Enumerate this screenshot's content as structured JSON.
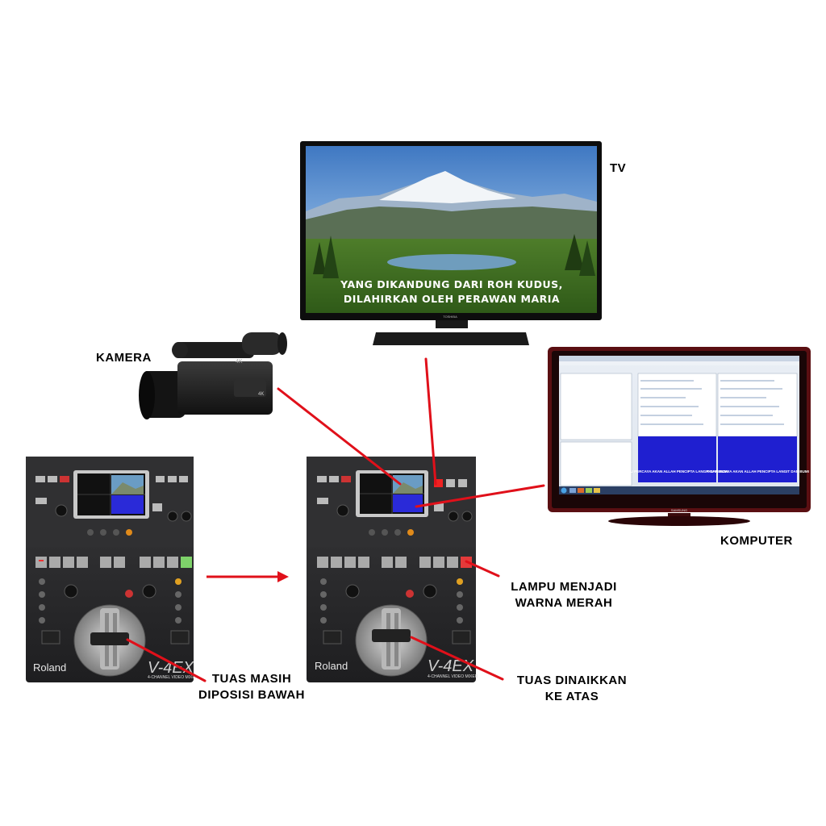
{
  "labels": {
    "tv": "TV",
    "camera": "KAMERA",
    "computer": "KOMPUTER",
    "lamp_line1": "LAMPU MENJADI",
    "lamp_line2": "WARNA MERAH",
    "lever_down_line1": "TUAS MASIH",
    "lever_down_line2": "DIPOSISI BAWAH",
    "lever_up_line1": "TUAS DINAIKKAN",
    "lever_up_line2": "KE ATAS"
  },
  "tv_caption": {
    "line1": "YANG DIKANDUNG DARI ROH KUDUS,",
    "line2": "DILAHIRKAN OLEH PERAWAN MARIA"
  },
  "computer_caption": "AKU PERCAYA AKAN ALLAH PENCIPTA LANGIT DAN BUMI",
  "mixer": {
    "brand": "Roland",
    "model": "V-4EX",
    "subtitle": "4-CHANNEL VIDEO MIXER",
    "tv_brand": "TOSHIBA",
    "monitor_brand": "SAMSUNG"
  },
  "colors": {
    "arrow": "#e0101a",
    "mixer_body": "#2a2a2c",
    "tv_frame": "#0d0d0d",
    "monitor_frame": "#5a0f12",
    "pc_screen_blue": "#1f1fd0"
  }
}
